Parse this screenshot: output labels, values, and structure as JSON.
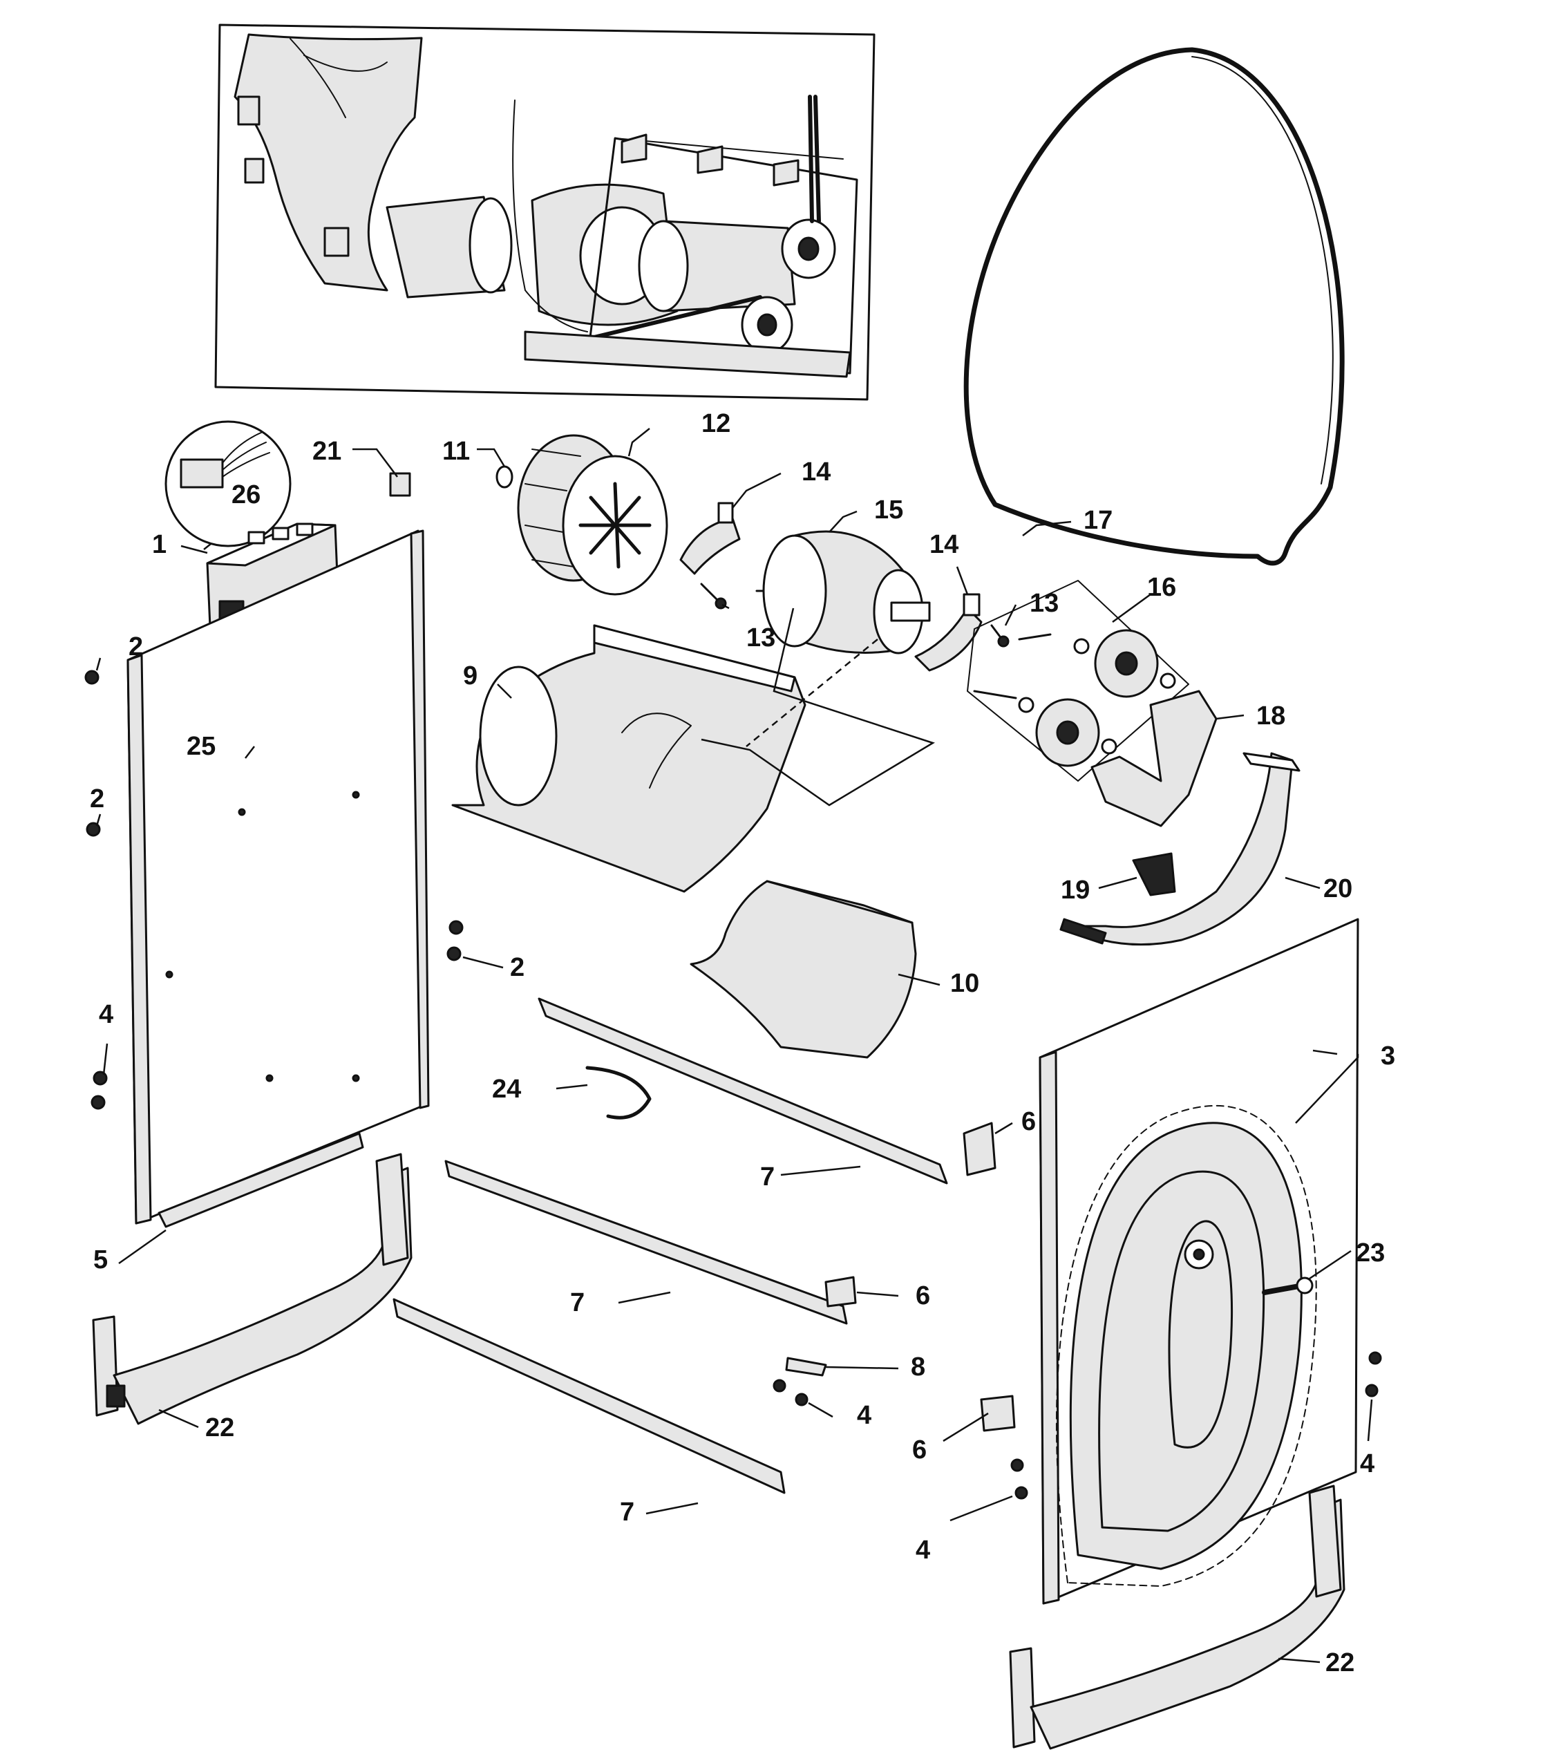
{
  "callouts": {
    "c1": "1",
    "c2a": "2",
    "c2b": "2",
    "c2c": "2",
    "c3": "3",
    "c4a": "4",
    "c4b": "4",
    "c4c": "4",
    "c4d": "4",
    "c5": "5",
    "c6a": "6",
    "c6b": "6",
    "c6c": "6",
    "c7a": "7",
    "c7b": "7",
    "c7c": "7",
    "c8": "8",
    "c9": "9",
    "c10": "10",
    "c11": "11",
    "c12": "12",
    "c13a": "13",
    "c13b": "13",
    "c14a": "14",
    "c14b": "14",
    "c15": "15",
    "c16": "16",
    "c17": "17",
    "c18": "18",
    "c19": "19",
    "c20": "20",
    "c21": "21",
    "c22a": "22",
    "c22b": "22",
    "c23": "23",
    "c24": "24",
    "c25": "25",
    "c26": "26"
  }
}
